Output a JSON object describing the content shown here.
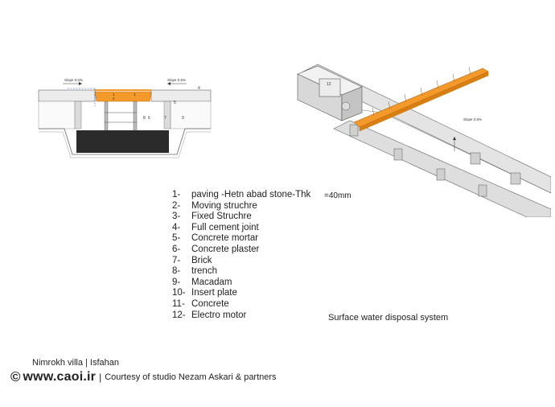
{
  "section": {
    "slope_left": "Slope 0.5%",
    "slope_right": "Slope 0.5%",
    "callouts": [
      "4",
      "1",
      "2",
      "3",
      "5",
      "6",
      "7",
      "8",
      "9"
    ]
  },
  "iso": {
    "slope": "Slope 0.5%",
    "callout": "12"
  },
  "legend": {
    "items": [
      {
        "num": "1-",
        "text": "paving -Hetn abad stone-Thk"
      },
      {
        "num": "2-",
        "text": "Moving struchre"
      },
      {
        "num": "3-",
        "text": "Fixed Struchre"
      },
      {
        "num": "4-",
        "text": "Full cement joint"
      },
      {
        "num": "5-",
        "text": "Concrete mortar"
      },
      {
        "num": "6-",
        "text": "Concrete plaster"
      },
      {
        "num": "7-",
        "text": "Brick"
      },
      {
        "num": "8-",
        "text": "trench"
      },
      {
        "num": "9-",
        "text": "Macadam"
      },
      {
        "num": "10-",
        "text": "Insert plate"
      },
      {
        "num": "11-",
        "text": "Concrete"
      },
      {
        "num": "12-",
        "text": "Electro motor"
      }
    ],
    "thickness_note": "=40mm"
  },
  "caption": "Surface water disposal system",
  "footer": {
    "project": "Nimrokh villa | Isfahan",
    "copyright_symbol": "©",
    "site": "www.caoi.ir",
    "separator": "|",
    "courtesy": "Courtesy of studio Nezam Askari & partners"
  },
  "colors": {
    "orange": "#f39a2b",
    "concrete": "#e8e8e8",
    "dark_fill": "#2b2b2b",
    "line": "#555555"
  }
}
